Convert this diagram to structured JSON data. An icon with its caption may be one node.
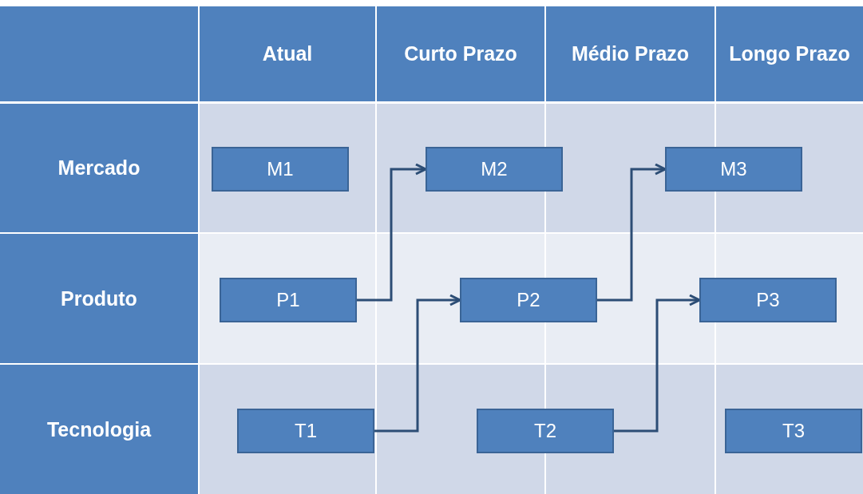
{
  "diagram": {
    "nodes": [
      {
        "text": [
          "M1"
        ]
      },
      {
        "text": [
          "M2"
        ]
      },
      {
        "text": [
          "M3"
        ]
      },
      {
        "text": [
          "P1"
        ]
      },
      {
        "text": [
          "P2"
        ]
      },
      {
        "text": [
          "P3"
        ]
      },
      {
        "text": [
          "T1"
        ]
      },
      {
        "text": [
          "T2"
        ]
      },
      {
        "text": [
          "T3"
        ]
      }
    ],
    "edges": [
      {
        "from": 3,
        "to": 1,
        "arrow": "to"
      },
      {
        "from": 4,
        "to": 2,
        "arrow": "to"
      },
      {
        "from": 6,
        "to": 4,
        "arrow": "to"
      },
      {
        "from": 7,
        "to": 5,
        "arrow": "to"
      }
    ],
    "labels": [
      "Atual",
      "Curto Prazo",
      "Médio Prazo",
      "Longo Prazo",
      "Mercado",
      "Produto",
      "Tecnologia"
    ]
  }
}
